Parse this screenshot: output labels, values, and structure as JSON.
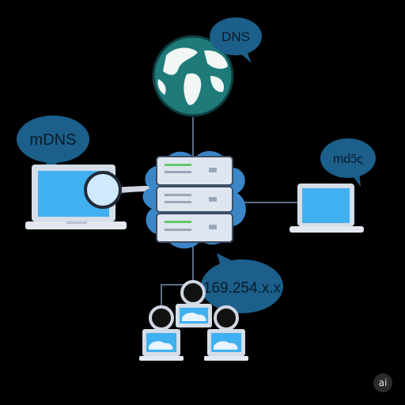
{
  "bubbles": {
    "dns": "DNS",
    "mdns_left": "mDNS",
    "mdns_right": "mdɔ̃ς",
    "link_local": "169.254.x.x"
  },
  "watermark": "ai",
  "colors": {
    "background": "#000000",
    "bubble": "#1b5f8a",
    "screen": "#40b0f0",
    "globe_ocean": "#1f7a7a",
    "globe_land": "#f2f6f5",
    "server_body": "#dfe6f0",
    "server_cloud": "#3a86c8",
    "server_led": "#63c96b",
    "line": "#5b6e86"
  },
  "icons": [
    "globe-icon",
    "server-icon",
    "laptop-icon",
    "magnifier-icon",
    "user-icon"
  ]
}
